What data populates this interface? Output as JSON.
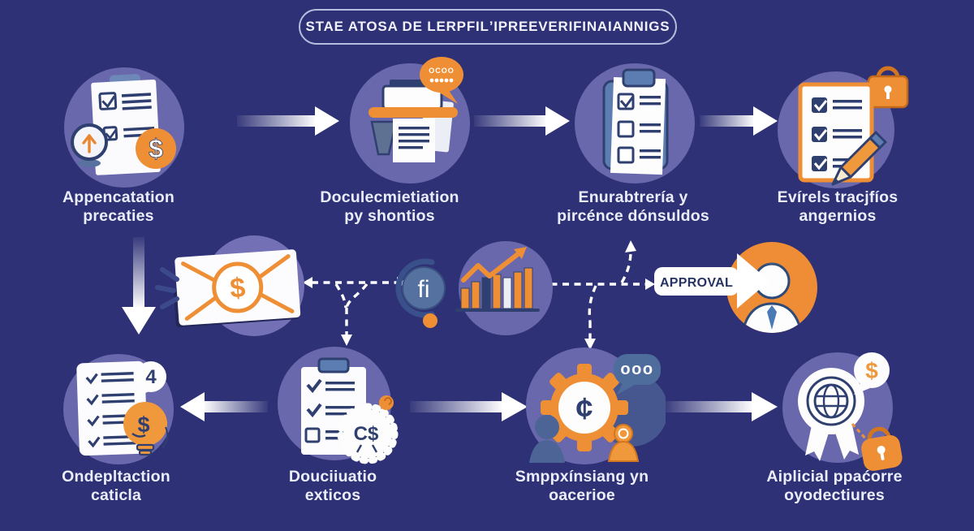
{
  "title": "STAE ATOSA DE LERPFILʼIPREEVERIFINAIANNIGS",
  "colors": {
    "background": "#2e3176",
    "circle_lavender": "#6a68ac",
    "accent_orange": "#ef8f35",
    "outline_navy": "#2f4070",
    "steel_blue": "#5b7db1",
    "label_text": "#ebedfa"
  },
  "top_steps": [
    {
      "line1": "Appencatation",
      "line2": "precaties",
      "dollar": "$"
    },
    {
      "line1": "Doculecmietiation",
      "line2": "py shontios",
      "bubble_text": "OCOO"
    },
    {
      "line1": "Enurabtrería y",
      "line2": "pircénce dónsuldos"
    },
    {
      "line1": "Evírels tracjfíos",
      "line2": "angernios"
    }
  ],
  "middle": {
    "envelope_symbol": "$",
    "coin_symbol": "fi",
    "approval": "APPROVAL"
  },
  "bottom_steps": [
    {
      "line1": "Ondepltaction",
      "line2": "caticla",
      "badge": "4",
      "bulb_symbol": "$"
    },
    {
      "line1": "Douciiuatio",
      "line2": "exticos",
      "seal_text": "C$"
    },
    {
      "line1": "Smppxínsiang yn",
      "line2": "oacerioe",
      "currency_symbol": "¢",
      "bubble_text": "ooo"
    },
    {
      "line1": "Aiplicial ppaćorre",
      "line2": "oyodectiures",
      "bubble_symbol": "$"
    }
  ]
}
